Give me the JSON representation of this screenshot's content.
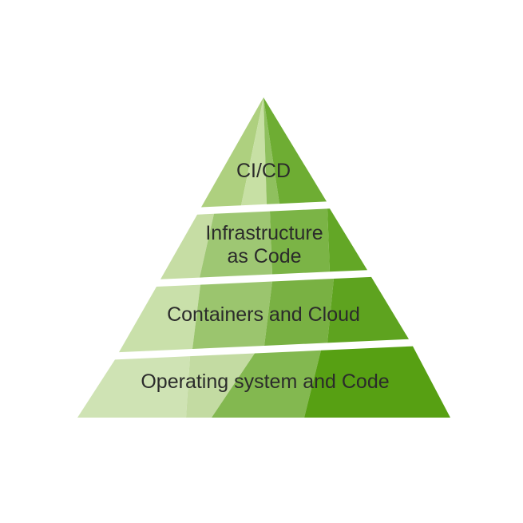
{
  "background_color": "#ffffff",
  "text_color": "#2b2b2b",
  "pyramid": {
    "description": "Four-level green faceted pyramid diagram",
    "levels": [
      {
        "id": "ci-cd",
        "lines": [
          "CI/CD"
        ],
        "band_colors": [
          "#aed07f",
          "#c7e0a4",
          "#8fc05e",
          "#6ead33"
        ]
      },
      {
        "id": "infrastructure-as-code",
        "lines": [
          "Infrastructure",
          "as Code"
        ],
        "band_colors": [
          "#c6dda4",
          "#9ec773",
          "#7bb446",
          "#63a726"
        ]
      },
      {
        "id": "containers-and-cloud",
        "lines": [
          "Containers and Cloud"
        ],
        "band_colors": [
          "#c9e0aa",
          "#9bc56e",
          "#79b143",
          "#5ea31f"
        ]
      },
      {
        "id": "operating-system-and-code",
        "lines": [
          "Operating system and Code"
        ],
        "band_colors": [
          "#cfe3b4",
          "#c3dba2",
          "#83b850",
          "#57a013"
        ]
      }
    ]
  }
}
